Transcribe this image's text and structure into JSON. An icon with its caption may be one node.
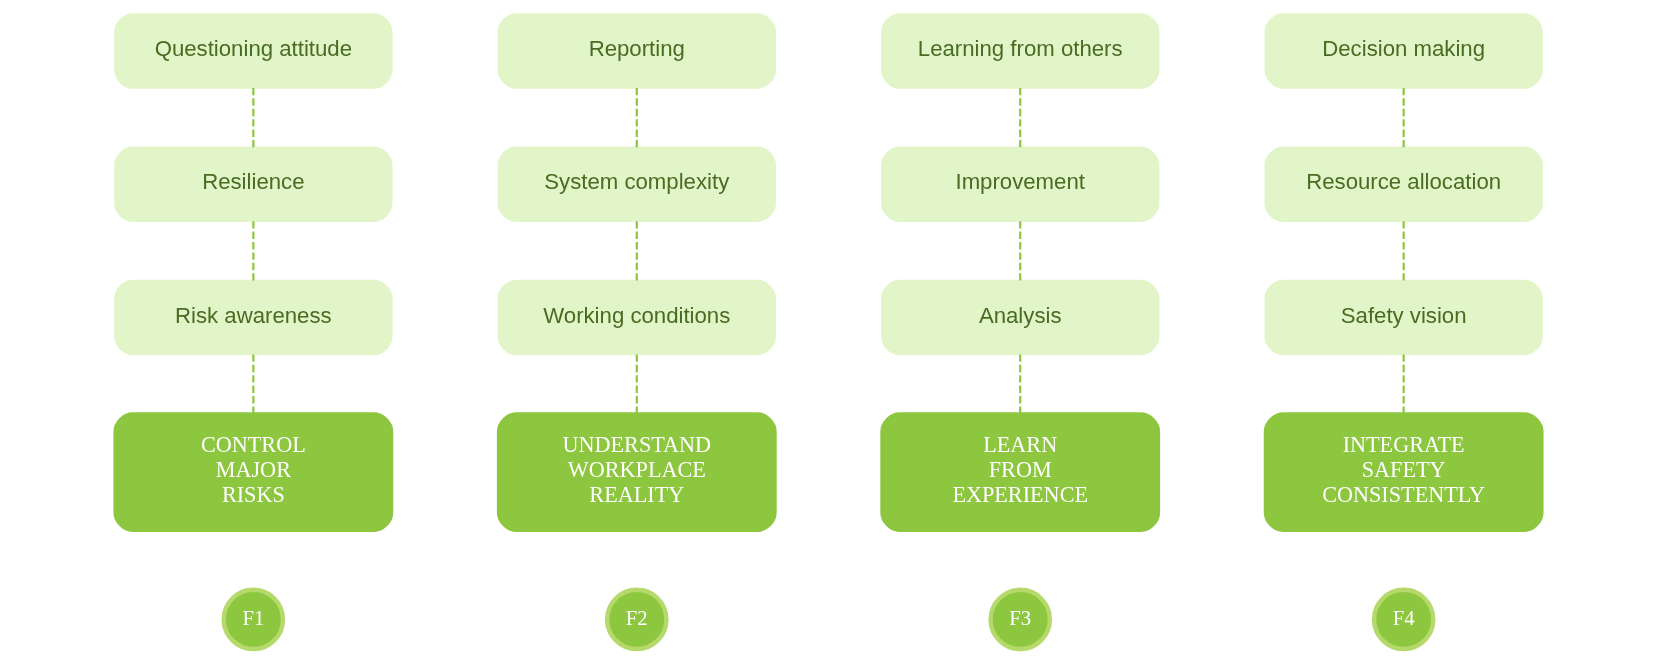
{
  "diagram": {
    "nodes": [
      {
        "text": [
          "Questioning attitude"
        ]
      },
      {
        "text": [
          "Resilience"
        ]
      },
      {
        "text": [
          "Risk awareness"
        ]
      },
      {
        "text": [
          "CONTROL MAJOR RISKS"
        ]
      },
      {
        "text": [
          "F1"
        ]
      },
      {
        "text": [
          "Reporting"
        ]
      },
      {
        "text": [
          "System complexity"
        ]
      },
      {
        "text": [
          "Working conditions"
        ]
      },
      {
        "text": [
          "UNDERSTAND WORKPLACE REALITY"
        ]
      },
      {
        "text": [
          "F2"
        ]
      },
      {
        "text": [
          "Learning from others"
        ]
      },
      {
        "text": [
          "Improvement"
        ]
      },
      {
        "text": [
          "Analysis"
        ]
      },
      {
        "text": [
          "LEARN FROM EXPERIENCE"
        ]
      },
      {
        "text": [
          "F3"
        ]
      },
      {
        "text": [
          "Decision making"
        ]
      },
      {
        "text": [
          "Resource allocation"
        ]
      },
      {
        "text": [
          "Safety vision"
        ]
      },
      {
        "text": [
          "INTEGRATE SAFETY CONSISTENTLY"
        ]
      },
      {
        "text": [
          "F4"
        ]
      }
    ],
    "edges": [
      {
        "from": 0,
        "to": 1,
        "arrow": "none",
        "style": "dashed"
      },
      {
        "from": 1,
        "to": 2,
        "arrow": "none",
        "style": "dashed"
      },
      {
        "from": 2,
        "to": 3,
        "arrow": "none",
        "style": "dashed"
      },
      {
        "from": 5,
        "to": 6,
        "arrow": "none",
        "style": "dashed"
      },
      {
        "from": 6,
        "to": 7,
        "arrow": "none",
        "style": "dashed"
      },
      {
        "from": 7,
        "to": 8,
        "arrow": "none",
        "style": "dashed"
      },
      {
        "from": 10,
        "to": 11,
        "arrow": "none",
        "style": "dashed"
      },
      {
        "from": 11,
        "to": 12,
        "arrow": "none",
        "style": "dashed"
      },
      {
        "from": 12,
        "to": 13,
        "arrow": "none",
        "style": "dashed"
      },
      {
        "from": 15,
        "to": 16,
        "arrow": "none",
        "style": "dashed"
      },
      {
        "from": 16,
        "to": 17,
        "arrow": "none",
        "style": "dashed"
      },
      {
        "from": 17,
        "to": 18,
        "arrow": "none",
        "style": "dashed"
      }
    ]
  }
}
